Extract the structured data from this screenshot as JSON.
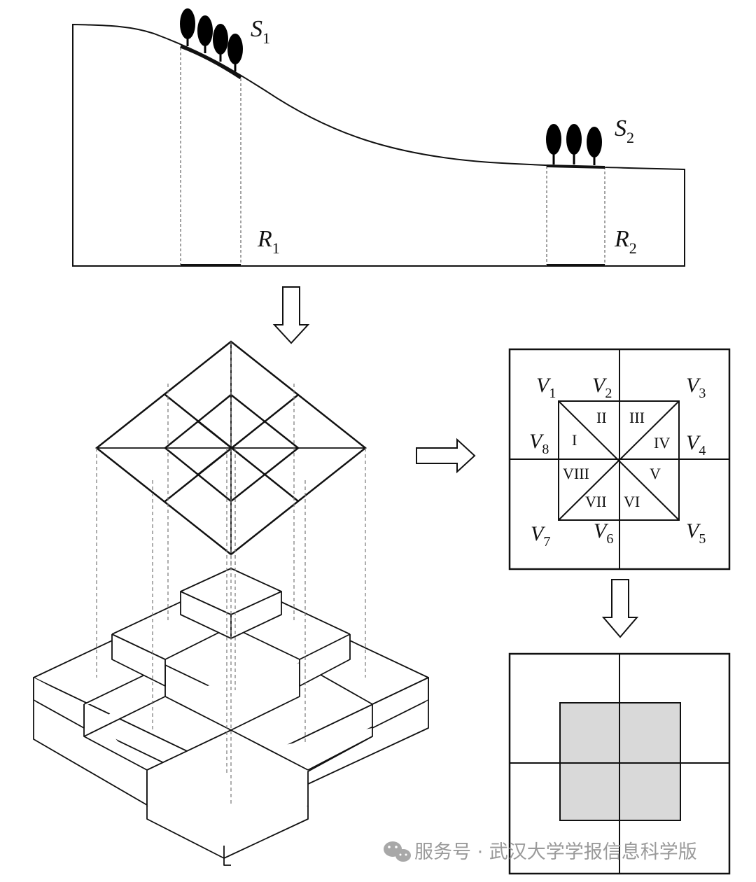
{
  "profile": {
    "s1": {
      "main": "S",
      "sub": "1"
    },
    "s2": {
      "main": "S",
      "sub": "2"
    },
    "r1": {
      "main": "R",
      "sub": "1"
    },
    "r2": {
      "main": "R",
      "sub": "2"
    }
  },
  "grid": {
    "vertices": [
      {
        "id": "v1",
        "main": "V",
        "sub": "1"
      },
      {
        "id": "v2",
        "main": "V",
        "sub": "2"
      },
      {
        "id": "v3",
        "main": "V",
        "sub": "3"
      },
      {
        "id": "v4",
        "main": "V",
        "sub": "4"
      },
      {
        "id": "v5",
        "main": "V",
        "sub": "5"
      },
      {
        "id": "v6",
        "main": "V",
        "sub": "6"
      },
      {
        "id": "v7",
        "main": "V",
        "sub": "7"
      },
      {
        "id": "v8",
        "main": "V",
        "sub": "8"
      }
    ],
    "sectors": [
      "I",
      "II",
      "III",
      "IV",
      "V",
      "VI",
      "VII",
      "VIII"
    ]
  },
  "result": {
    "fill_color": "#d9d9d9"
  },
  "watermark": {
    "text": "服务号 · 武汉大学学报信息科学版",
    "icon": "wechat-icon"
  }
}
